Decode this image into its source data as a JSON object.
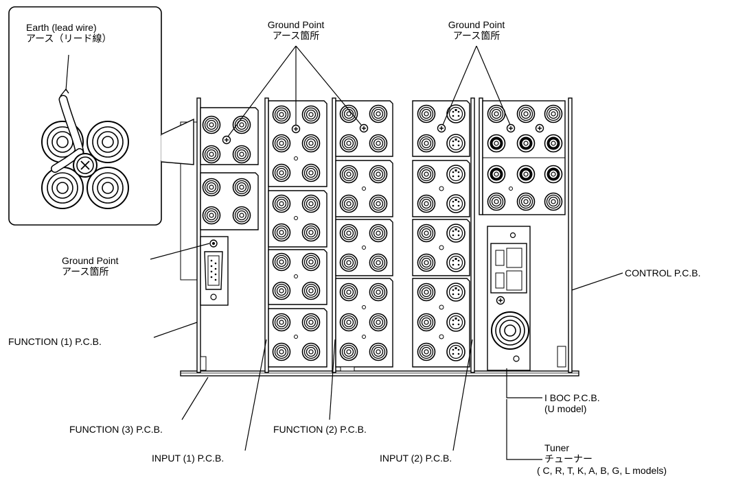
{
  "callout": {
    "en": "Earth (lead wire)",
    "jp": "アース（リード線）"
  },
  "ground_point": {
    "en": "Ground Point",
    "jp": "アース箇所"
  },
  "boards": {
    "control": "CONTROL P.C.B.",
    "function1": "FUNCTION (1) P.C.B.",
    "function3": "FUNCTION (3) P.C.B.",
    "function2": "FUNCTION (2) P.C.B.",
    "input1": "INPUT (1) P.C.B.",
    "input2": "INPUT (2) P.C.B.",
    "iboc": "I BOC P.C.B.",
    "iboc_model": "(U model)",
    "tuner": "Tuner",
    "tuner_jp": "チューナー",
    "tuner_models": "( C, R, T, K, A, B, G, L models)"
  }
}
